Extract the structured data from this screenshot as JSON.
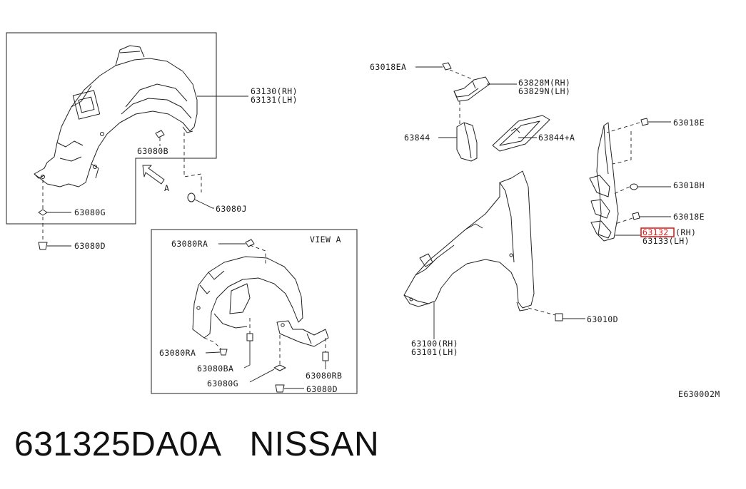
{
  "diagram": {
    "labels": {
      "p63130_rh": "63130(RH)",
      "p63131_lh": "63131(LH)",
      "p63080b": "63080B",
      "p63080g_top": "63080G",
      "p63080d_top": "63080D",
      "p63080j": "63080J",
      "arrow_a": "A",
      "view_a": "VIEW A",
      "p63080ra_top": "63080RA",
      "p63080ra_bottom": "63080RA",
      "p63080ba": "63080BA",
      "p63080rb": "63080RB",
      "p63080g_bottom": "63080G",
      "p63080d_bottom": "63080D",
      "p63018ea": "63018EA",
      "p63828m_rh": "63828M(RH)",
      "p63829n_lh": "63829N(LH)",
      "p63844": "63844",
      "p63844a": "63844+A",
      "p63018e_top": "63018E",
      "p63018h": "63018H",
      "p63018e_bottom": "63018E",
      "p63132_rh_code": "63132",
      "p63132_rh_side": "(RH)",
      "p63133_lh": "63133(LH)",
      "p63010d": "63010D",
      "p63100_rh": "63100(RH)",
      "p63101_lh": "63101(LH)",
      "figure_code": "E630002M"
    },
    "highlight_color": "#e02020"
  },
  "caption": {
    "part_number": "631325DA0A",
    "brand": "NISSAN"
  }
}
